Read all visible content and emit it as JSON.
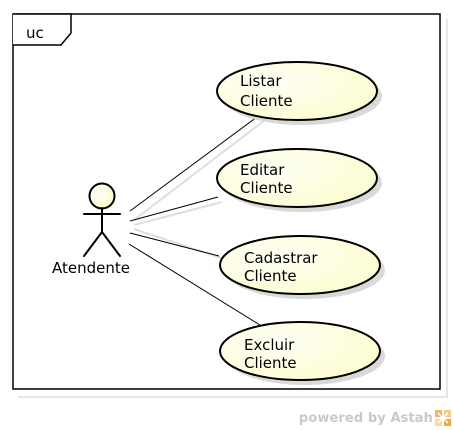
{
  "frame": {
    "label": "uc"
  },
  "actor": {
    "name": "Atendente"
  },
  "use_cases": [
    {
      "line1": "Listar",
      "line2": "Cliente"
    },
    {
      "line1": "Editar",
      "line2": "Cliente"
    },
    {
      "line1": "Cadastrar",
      "line2": "Cliente"
    },
    {
      "line1": "Excluir",
      "line2": "Cliente"
    }
  ],
  "footer": {
    "text": "powered by Astah"
  },
  "colors": {
    "usecase_fill_light": "#fffff3",
    "usecase_fill": "#fdfdd5",
    "line": "#000000",
    "shadow": "#d9d9d9",
    "logo_orange": "#f3a443"
  }
}
